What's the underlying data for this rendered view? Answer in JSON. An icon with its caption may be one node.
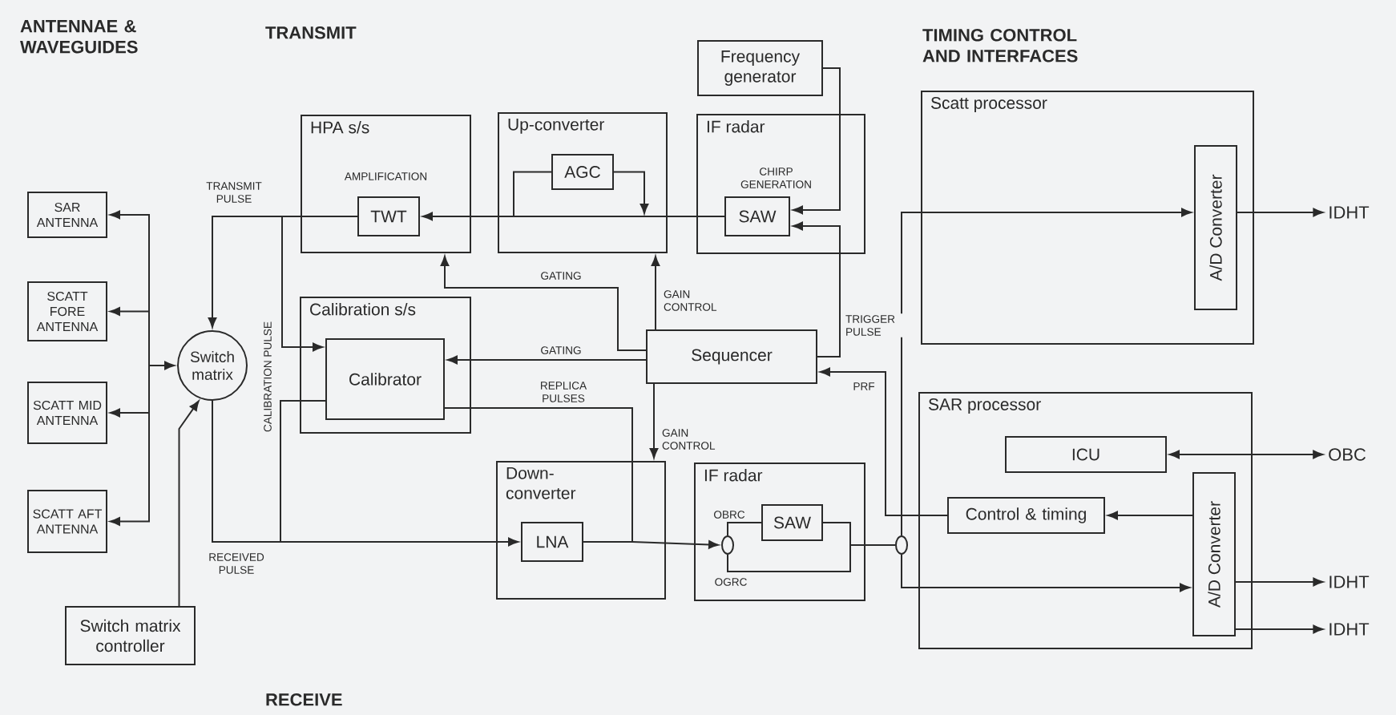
{
  "diagram": {
    "nodes": [
      {
        "text": [
          "SAR ANTENNA"
        ]
      },
      {
        "text": [
          "SCATT FORE ANTENNA"
        ]
      },
      {
        "text": [
          "SCATT MID ANTENNA"
        ]
      },
      {
        "text": [
          "SCATT AFT ANTENNA"
        ]
      },
      {
        "text": [
          "Switch matrix"
        ]
      },
      {
        "text": [
          "Switch matrix controller"
        ]
      },
      {
        "text": [
          "HPA s/s",
          "AMPLIFICATION"
        ]
      },
      {
        "text": [
          "TWT"
        ],
        "in": 6
      },
      {
        "text": [
          "Up-converter"
        ]
      },
      {
        "text": [
          "AGC"
        ],
        "in": 8
      },
      {
        "text": [
          "Frequency generator"
        ]
      },
      {
        "text": [
          "IF radar",
          "CHIRP GENERATION"
        ]
      },
      {
        "text": [
          "SAW"
        ],
        "in": 11
      },
      {
        "text": [
          "Calibration s/s"
        ]
      },
      {
        "text": [
          "Calibrator"
        ],
        "in": 13
      },
      {
        "text": [
          "Sequencer"
        ]
      },
      {
        "text": [
          "Down-converter"
        ]
      },
      {
        "text": [
          "LNA"
        ],
        "in": 16
      },
      {
        "text": [
          "IF radar"
        ]
      },
      {
        "text": [],
        "shape": "circle",
        "in": 18
      },
      {
        "text": [
          "SAW"
        ],
        "in": 18
      },
      {
        "text": [
          "Scatt processor"
        ]
      },
      {
        "text": [
          "A/D Converter"
        ],
        "in": 21
      },
      {
        "text": [],
        "shape": "circle"
      },
      {
        "text": [
          "IDHT"
        ]
      },
      {
        "text": [
          "SAR processor"
        ]
      },
      {
        "text": [
          "ICU"
        ],
        "in": 25
      },
      {
        "text": [
          "Control & timing"
        ],
        "in": 25
      },
      {
        "text": [
          "A/D Converter"
        ],
        "in": 25
      },
      {
        "text": [
          "OBC"
        ]
      },
      {
        "text": [
          "IDHT"
        ]
      },
      {
        "text": [
          "IDHT"
        ]
      }
    ],
    "edges": [
      {
        "from": 4,
        "to": 0,
        "arrow": "both"
      },
      {
        "from": 4,
        "to": 1,
        "arrow": "both"
      },
      {
        "from": 4,
        "to": 2,
        "arrow": "both"
      },
      {
        "from": 4,
        "to": 3,
        "arrow": "both"
      },
      {
        "from": 5,
        "to": 4,
        "arrow": "to"
      },
      {
        "from": 7,
        "to": 4,
        "arrow": "to",
        "label": "TRANSMIT PULSE"
      },
      {
        "from": 7,
        "to": 14,
        "arrow": "to"
      },
      {
        "from": 4,
        "to": 17,
        "arrow": "to",
        "label": "RECEIVED PULSE"
      },
      {
        "from": 14,
        "to": 17,
        "arrow": "to",
        "label": "CALIBRATION PULSE"
      },
      {
        "from": 12,
        "to": 7,
        "arrow": "to"
      },
      {
        "from": 9,
        "to": null,
        "arrow": "none"
      },
      {
        "from": 9,
        "to": null,
        "arrow": "to"
      },
      {
        "from": 10,
        "to": 12,
        "arrow": "to"
      },
      {
        "from": 15,
        "to": 12,
        "arrow": "to",
        "label": "TRIGGER PULSE"
      },
      {
        "from": 15,
        "to": 6,
        "arrow": "to",
        "label": "GATING"
      },
      {
        "from": 15,
        "to": 8,
        "arrow": "to",
        "label": "GAIN CONTROL"
      },
      {
        "from": 15,
        "to": 14,
        "arrow": "to",
        "label": "GATING"
      },
      {
        "from": 14,
        "to": 19,
        "arrow": "to",
        "label": "REPLICA PULSES"
      },
      {
        "from": 17,
        "to": 19,
        "arrow": "to"
      },
      {
        "from": 15,
        "to": 16,
        "arrow": "to",
        "label": "GAIN CONTROL"
      },
      {
        "from": 19,
        "to": 20,
        "arrow": "none"
      },
      {
        "from": 20,
        "to": 23,
        "arrow": "none"
      },
      {
        "from": 19,
        "to": 23,
        "arrow": "none"
      },
      {
        "from": 23,
        "to": 22,
        "arrow": "to"
      },
      {
        "from": 22,
        "to": 24,
        "arrow": "to"
      },
      {
        "from": 23,
        "to": 28,
        "arrow": "to"
      },
      {
        "from": 28,
        "to": 27,
        "arrow": "to"
      },
      {
        "from": 27,
        "to": 15,
        "arrow": "to",
        "label": "PRF"
      },
      {
        "from": 26,
        "to": 29,
        "arrow": "both"
      },
      {
        "from": 28,
        "to": 30,
        "arrow": "to"
      },
      {
        "from": 28,
        "to": 31,
        "arrow": "to"
      }
    ],
    "labels": [
      "ANTENNAE & WAVEGUIDES",
      "TRANSMIT",
      "TIMING CONTROL AND INTERFACES",
      "OBRC",
      "OGRC",
      "RECEIVE"
    ]
  }
}
